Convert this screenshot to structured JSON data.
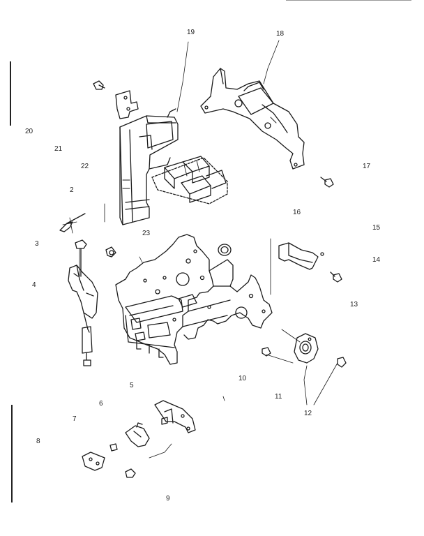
{
  "diagram": {
    "part_callouts": [
      {
        "id": "c19",
        "text": "19"
      },
      {
        "id": "c18",
        "text": "18"
      },
      {
        "id": "c20",
        "text": "20"
      },
      {
        "id": "c21",
        "text": "21"
      },
      {
        "id": "c22",
        "text": "22"
      },
      {
        "id": "c17",
        "text": "17"
      },
      {
        "id": "c2",
        "text": "2"
      },
      {
        "id": "c16",
        "text": "16"
      },
      {
        "id": "c23",
        "text": "23"
      },
      {
        "id": "c15",
        "text": "15"
      },
      {
        "id": "c3",
        "text": "3"
      },
      {
        "id": "c14",
        "text": "14"
      },
      {
        "id": "c4",
        "text": "4"
      },
      {
        "id": "c13",
        "text": "13"
      },
      {
        "id": "c10",
        "text": "10"
      },
      {
        "id": "c5",
        "text": "5"
      },
      {
        "id": "c11",
        "text": "11"
      },
      {
        "id": "c6",
        "text": "6"
      },
      {
        "id": "c12",
        "text": "12"
      },
      {
        "id": "c7",
        "text": "7"
      },
      {
        "id": "c8",
        "text": "8"
      },
      {
        "id": "c9",
        "text": "9"
      }
    ],
    "line_color": "#1a1a1a",
    "paper_color": "#ffffff"
  }
}
